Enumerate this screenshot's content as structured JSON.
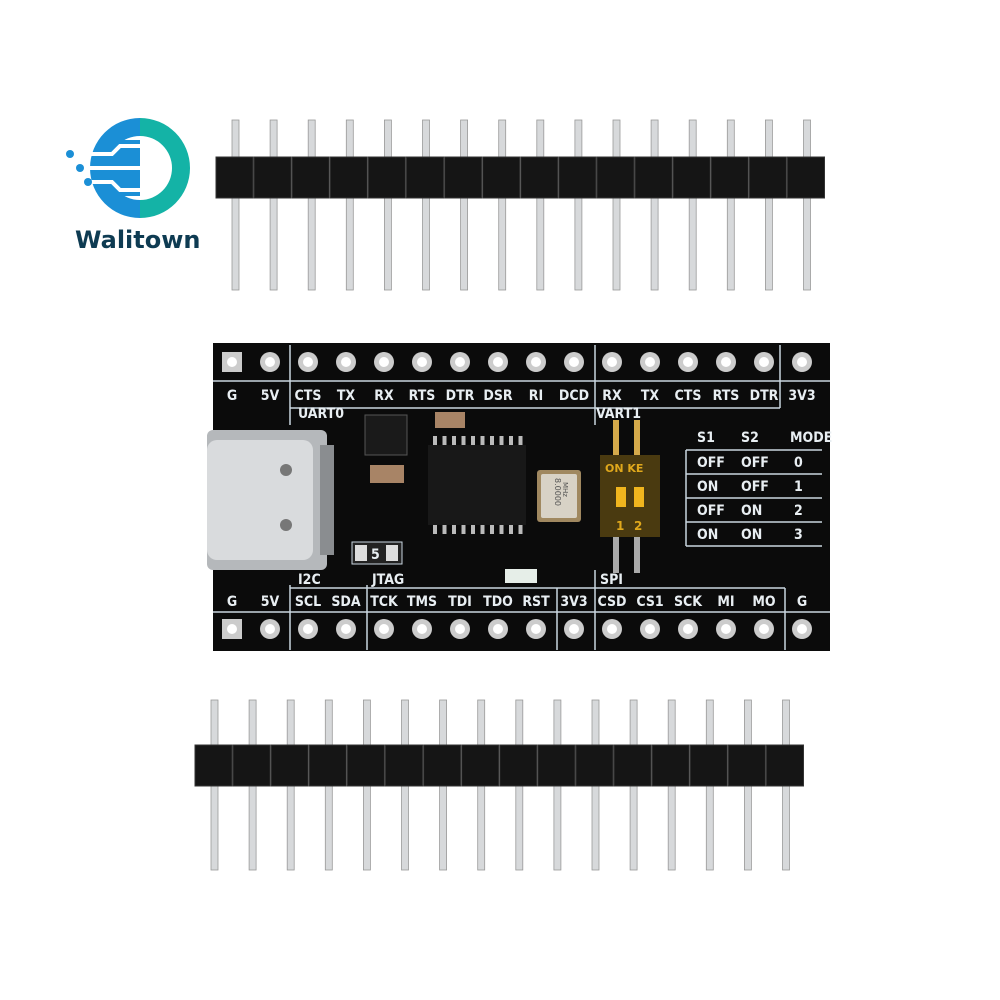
{
  "brand": {
    "name": "Walitown",
    "colors": {
      "blue": "#1b8fd6",
      "teal": "#14b3a6",
      "navy": "#0e3b52"
    }
  },
  "board": {
    "color": "#0b0b0b",
    "top_labels": [
      "G",
      "5V",
      "CTS",
      "TX",
      "RX",
      "RTS",
      "DTR",
      "DSR",
      "RI",
      "DCD",
      "RX",
      "TX",
      "CTS",
      "RTS",
      "DTR",
      "3V3"
    ],
    "bottom_labels": [
      "G",
      "5V",
      "SCL",
      "SDA",
      "TCK",
      "TMS",
      "TDI",
      "TDO",
      "RST",
      "3V3",
      "CSD",
      "CS1",
      "SCK",
      "MI",
      "MO",
      "G"
    ],
    "groups": {
      "uart0": "UART0",
      "uart1": "VART1",
      "i2c": "I2C",
      "jtag": "JTAG",
      "spi": "SPI"
    },
    "crystal": {
      "freq": "8.0000",
      "unit": "MHz"
    },
    "dip_switch": {
      "brand": "ON KE",
      "pos1": "1",
      "pos2": "2"
    },
    "jumper_label": "5",
    "mode_table": {
      "headers": [
        "S1",
        "S2",
        "MODE"
      ],
      "rows": [
        [
          "OFF",
          "OFF",
          "0"
        ],
        [
          "ON",
          "OFF",
          "1"
        ],
        [
          "OFF",
          "ON",
          "2"
        ],
        [
          "ON",
          "ON",
          "3"
        ]
      ]
    }
  },
  "headers": {
    "pin_count": 16
  }
}
